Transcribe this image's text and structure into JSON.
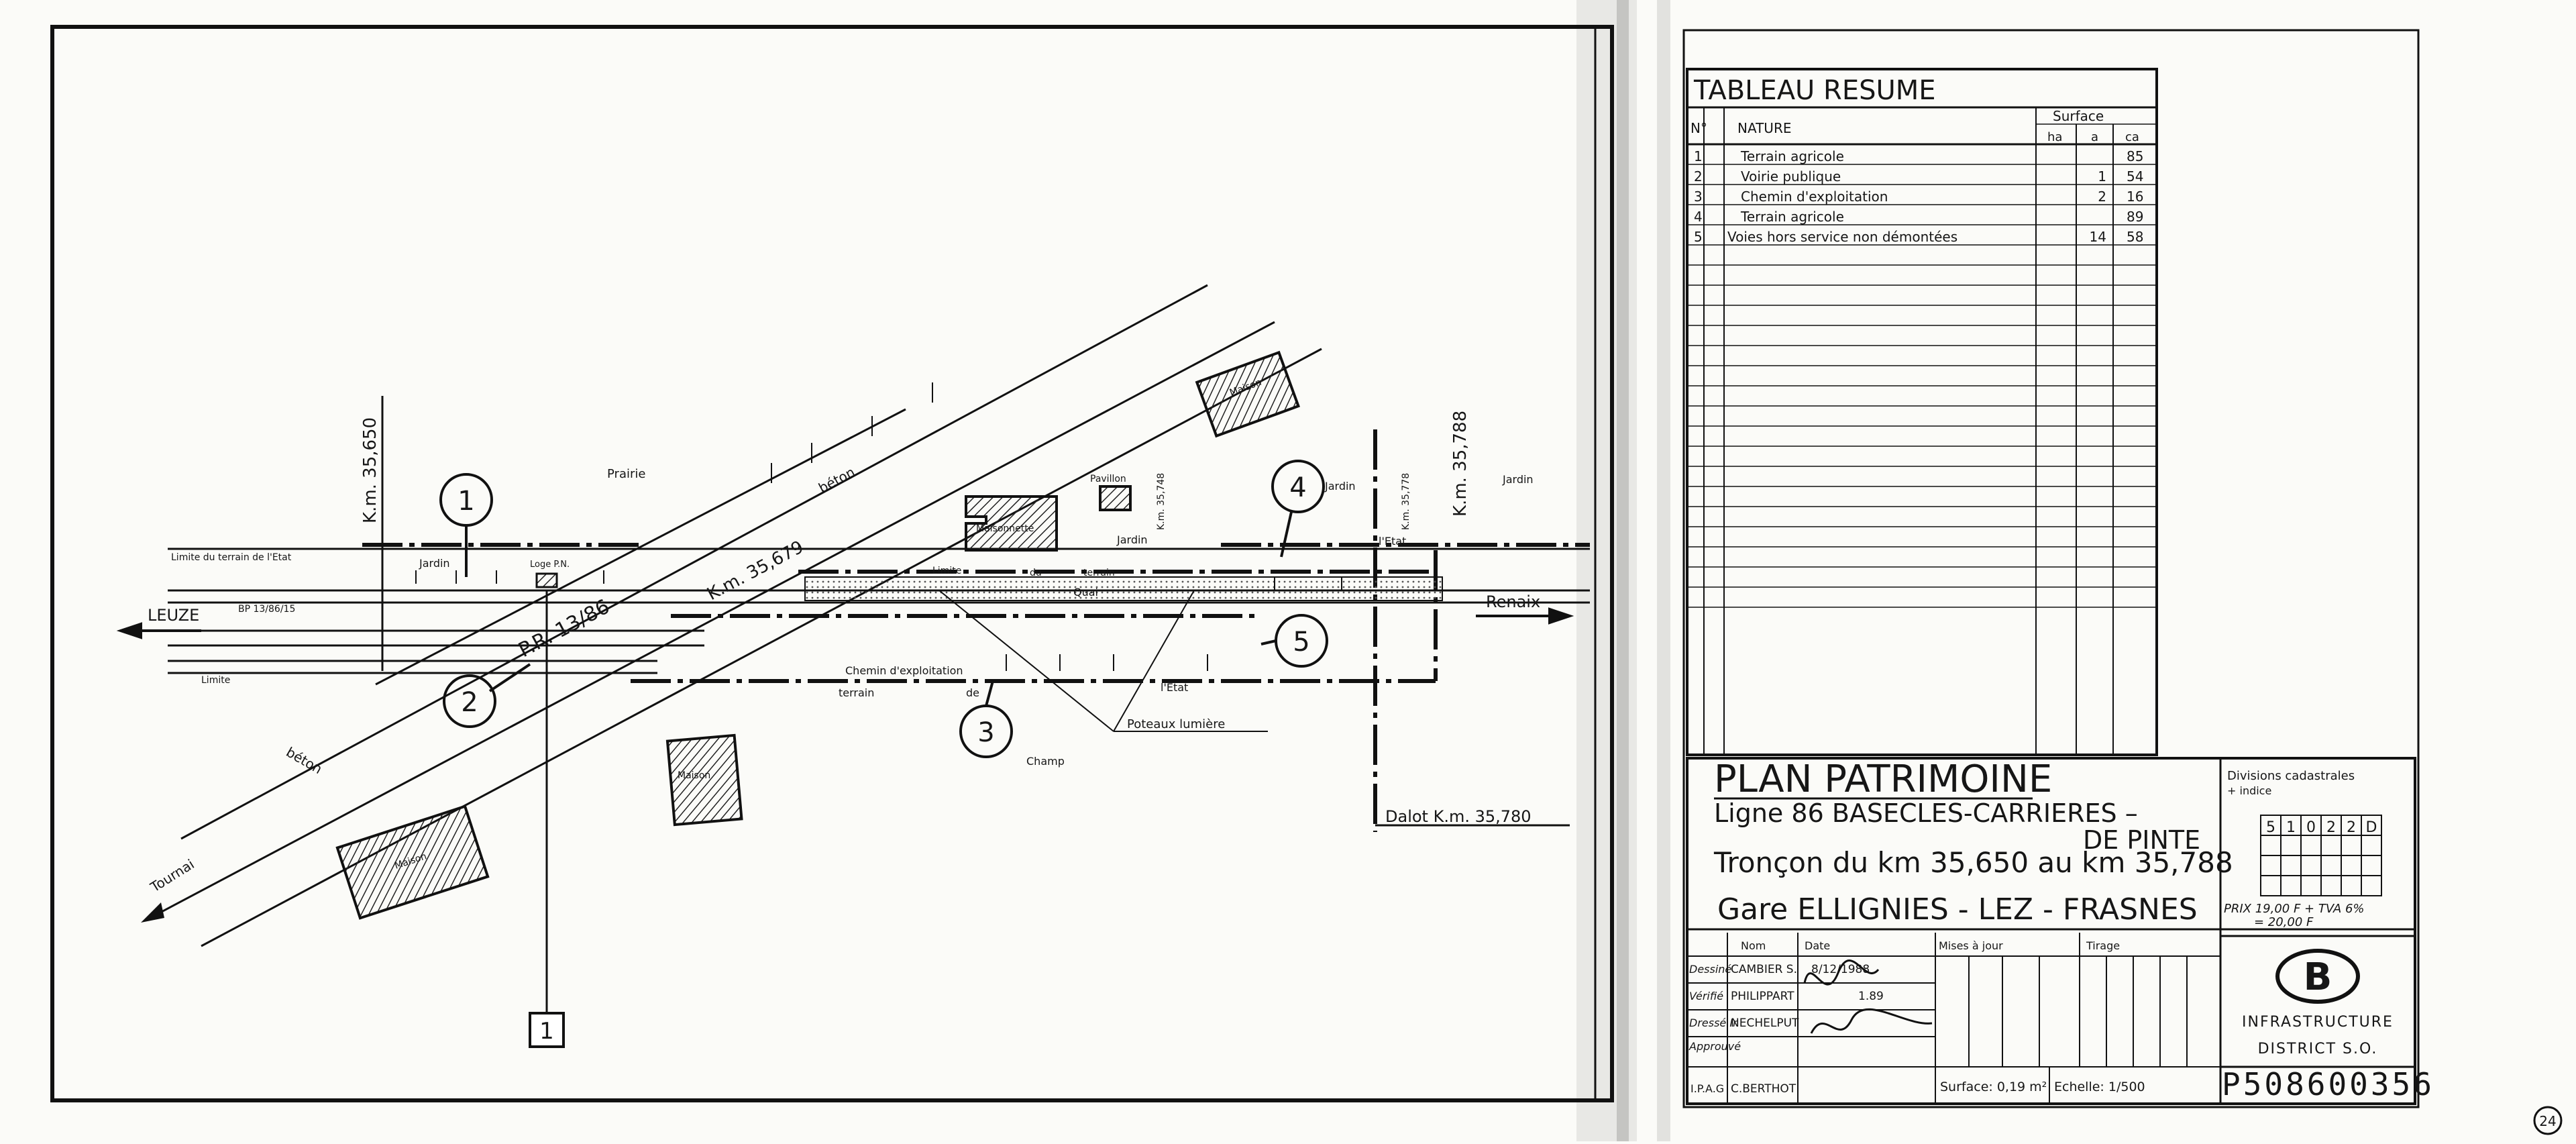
{
  "sheet_number": "24",
  "drawing": {
    "frame_label": "1",
    "leuze": "LEUZE",
    "renaix": "Renaix",
    "tournai": "Tournai",
    "prairie": "Prairie",
    "km_35650": "K.m. 35,650",
    "km_35679": "K.m. 35,679",
    "km_35788": "K.m. 35,788",
    "km_35748_small": "K.m. 35,748",
    "km_35778_small": "K.m. 35,778",
    "beton": "béton",
    "pr": "P.R. 13/86",
    "dalot": "Dalot  K.m. 35,780",
    "poteaux": "Poteaux lumière",
    "chemin": "Chemin d'exploitation",
    "jardin": "Jardin",
    "champ": "Champ",
    "maison": "Maison",
    "maisonnette": "Maisonnette",
    "pavillon": "Pavillon",
    "limite_etat": "Limite du terrain de l'Etat",
    "limite": "Limite",
    "terrain": "terrain",
    "du": "du",
    "de": "de",
    "letat": "l'Etat",
    "quai": "Quai",
    "loge": "Loge P.N.",
    "bp": "BP 13/86/15",
    "parcels": [
      "1",
      "2",
      "3",
      "4",
      "5"
    ]
  },
  "tableau": {
    "title": "TABLEAU RESUME",
    "col_no": "N°",
    "col_nature": "NATURE",
    "col_surface": "Surface",
    "col_ha": "ha",
    "col_a": "a",
    "col_ca": "ca",
    "rows": [
      {
        "no": "1",
        "nature": "Terrain agricole",
        "ha": "",
        "a": "",
        "ca": "85"
      },
      {
        "no": "2",
        "nature": "Voirie publique",
        "ha": "",
        "a": "1",
        "ca": "54"
      },
      {
        "no": "3",
        "nature": "Chemin d'exploitation",
        "ha": "",
        "a": "2",
        "ca": "16"
      },
      {
        "no": "4",
        "nature": "Terrain agricole",
        "ha": "",
        "a": "",
        "ca": "89"
      },
      {
        "no": "5",
        "nature": "Voies hors service non démontées",
        "ha": "",
        "a": "14",
        "ca": "58"
      }
    ]
  },
  "title_block": {
    "title": "PLAN PATRIMOINE",
    "line1": "Ligne 86  BASECLES-CARRIERES  –",
    "line1b": "DE PINTE",
    "line2": "Tronçon du km 35,650 au km 35,788",
    "line3": "Gare  ELLIGNIES - LEZ - FRASNES",
    "divisions_title": "Divisions cadastrales",
    "divisions_sub": "+ indice",
    "divisions_cells": [
      "5",
      "1",
      "0",
      "2",
      "2",
      "D"
    ],
    "prix": "PRIX 19,00 F + TVA 6%",
    "prix2": "= 20,00 F",
    "head_nom": "Nom",
    "head_date": "Date",
    "head_mises": "Mises à jour",
    "head_tirage": "Tirage",
    "role_dessine": "Dessiné",
    "role_verifie": "Vérifié",
    "role_dresse": "Dressé Ir",
    "role_approuve": "Approuvé",
    "role_ipag": "I.P.A.G",
    "name_dessine": "CAMBIER S.",
    "date_dessine": "8/12/1988",
    "name_verifie": "PHILIPPART",
    "date_verifie": "1.89",
    "name_dresse": "NECHELPUT",
    "name_ipag": "C.BERTHOT",
    "surface": "Surface: 0,19 m²",
    "echelle": "Echelle:  1/500",
    "ref": "P508600356",
    "logo_letter": "B",
    "infra": "INFRASTRUCTURE",
    "district": "DISTRICT S.O."
  }
}
